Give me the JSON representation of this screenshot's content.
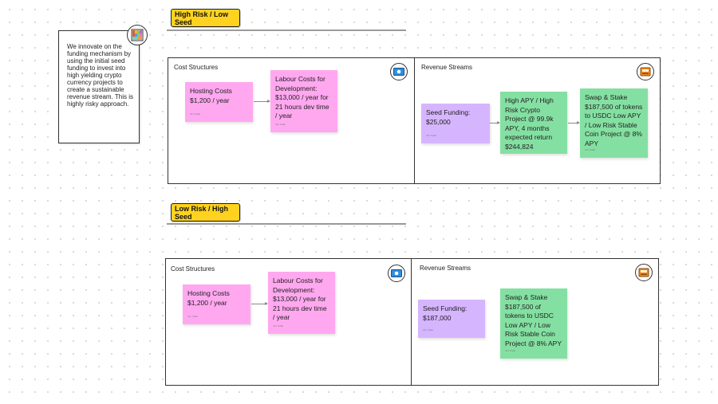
{
  "note": {
    "text": "We innovate on the funding mechanism by using the initial seed funding to invest into high yielding crypto currency projects to create a sustainable revenue stream. This is highly risky approach."
  },
  "sections": [
    {
      "tag": "High Risk / Low Seed",
      "cost": {
        "title": "Cost Structures",
        "stickies": [
          {
            "text": "Hosting Costs $1,200 / year",
            "author": "Jon Yoder"
          },
          {
            "text": "Labour Costs for Development: $13,000 / year for 21 hours dev time / year",
            "author": "Jon Yoder"
          }
        ]
      },
      "revenue": {
        "title": "Revenue Streams",
        "stickies": [
          {
            "text": "Seed Funding: $25,000",
            "author": "Jon Yoder"
          },
          {
            "text": "High APY / High Risk Crypto Project @ 99.9k APY, 4 months expected return $244,824",
            "author": "Jon Yoder"
          },
          {
            "text": "Swap & Stake $187,500 of tokens to USDC Low APY / Low Risk Stable Coin Project  @ 8% APY",
            "author": "Jon Yoder"
          }
        ]
      }
    },
    {
      "tag": "Low Risk / High Seed",
      "cost": {
        "title": "Cost Structures",
        "stickies": [
          {
            "text": "Hosting Costs $1,200 / year",
            "author": "Jon Yoder"
          },
          {
            "text": "Labour Costs for Development: $13,000 / year for 21 hours dev time / year",
            "author": "Jon Yoder"
          }
        ]
      },
      "revenue": {
        "title": "Revenue Streams",
        "stickies": [
          {
            "text": "Seed Funding: $187,000",
            "author": "Jon Yoder"
          },
          {
            "text": "Swap & Stake $187,500 of tokens to USDC Low APY / Low Risk Stable Coin Project  @ 8% APY",
            "author": "Jon Yoder"
          }
        ]
      }
    }
  ],
  "icons": {
    "canvas_icon": "business-model-canvas-icon",
    "cost_icon": "money-bill-icon",
    "revenue_icon": "cash-register-icon"
  },
  "colors": {
    "tag": "#ffd21f",
    "pink_sticky": "#ffa8f0",
    "purple_sticky": "#d6b5ff",
    "green_sticky": "#84e0a2"
  }
}
